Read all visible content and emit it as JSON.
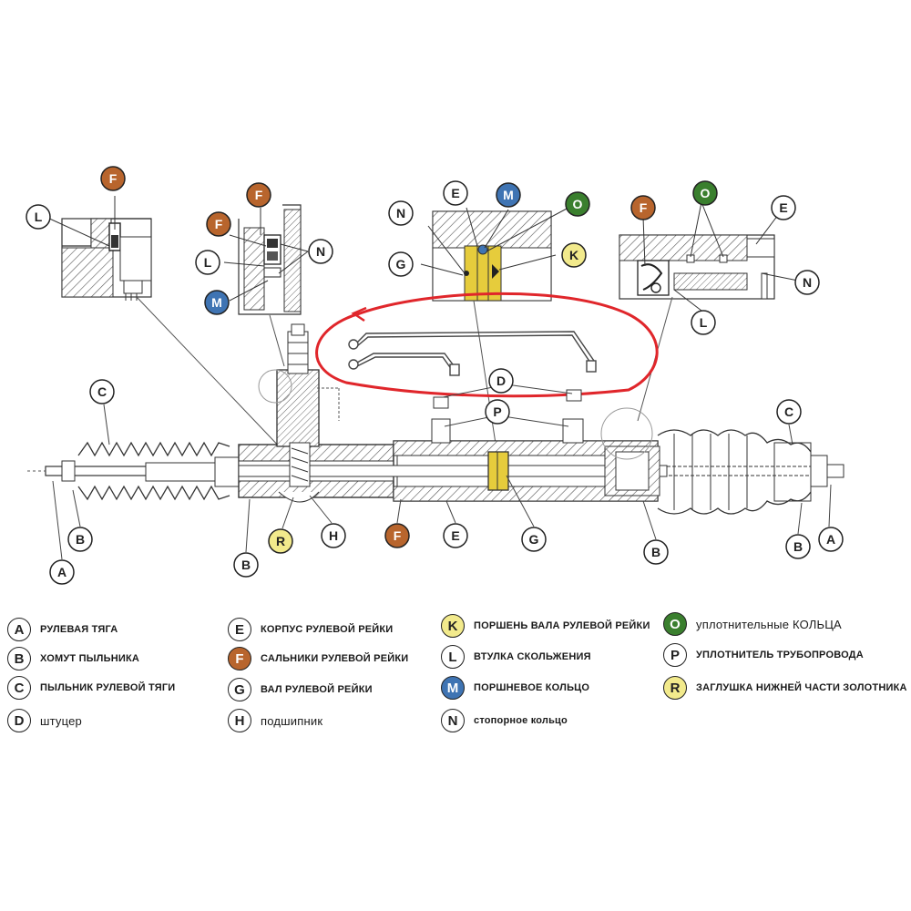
{
  "colors": {
    "orange": "#b8652d",
    "blue": "#3f74b3",
    "green": "#3a7f2e",
    "yellow": "#f2ea8c",
    "highlight_red": "#e0262b",
    "piston_yellow": "#e6cc3c"
  },
  "callouts": {
    "A": "A",
    "B": "B",
    "C": "C",
    "D": "D",
    "E": "E",
    "F": "F",
    "G": "G",
    "H": "H",
    "K": "K",
    "L": "L",
    "M": "M",
    "N": "N",
    "O": "O",
    "P": "P",
    "R": "R"
  },
  "legend": [
    {
      "letter": "A",
      "text": "РУЛЕВАЯ ТЯГА",
      "style": "plain"
    },
    {
      "letter": "B",
      "text": "ХОМУТ ПЫЛЬНИКА",
      "style": "plain"
    },
    {
      "letter": "C",
      "text": "ПЫЛЬНИК РУЛЕВОЙ ТЯГИ",
      "style": "plain"
    },
    {
      "letter": "D",
      "text": "штуцер",
      "style": "plain"
    },
    {
      "letter": "E",
      "text": "КОРПУС РУЛЕВОЙ РЕЙКИ",
      "style": "plain"
    },
    {
      "letter": "F",
      "text": "САЛЬНИКИ РУЛЕВОЙ РЕЙКИ",
      "style": "orange"
    },
    {
      "letter": "G",
      "text": "ВАЛ РУЛЕВОЙ РЕЙКИ",
      "style": "plain"
    },
    {
      "letter": "H",
      "text": "подшипник",
      "style": "plain"
    },
    {
      "letter": "K",
      "text": "ПОРШЕНЬ ВАЛА РУЛЕВОЙ РЕЙКИ",
      "style": "yellow"
    },
    {
      "letter": "L",
      "text": "ВТУЛКА СКОЛЬЖЕНИЯ",
      "style": "plain"
    },
    {
      "letter": "M",
      "text": "ПОРШНЕВОЕ КОЛЬЦО",
      "style": "blue"
    },
    {
      "letter": "N",
      "text": "стопорное кольцо",
      "style": "plain"
    },
    {
      "letter": "O",
      "text": "уплотнительные  КОЛЬЦА",
      "style": "green"
    },
    {
      "letter": "P",
      "text": "УПЛОТНИТЕЛЬ ТРУБОПРОВОДА",
      "style": "plain"
    },
    {
      "letter": "R",
      "text": "ЗАГЛУШКА НИЖНЕЙ ЧАСТИ ЗОЛОТНИКА",
      "style": "yellow"
    }
  ]
}
